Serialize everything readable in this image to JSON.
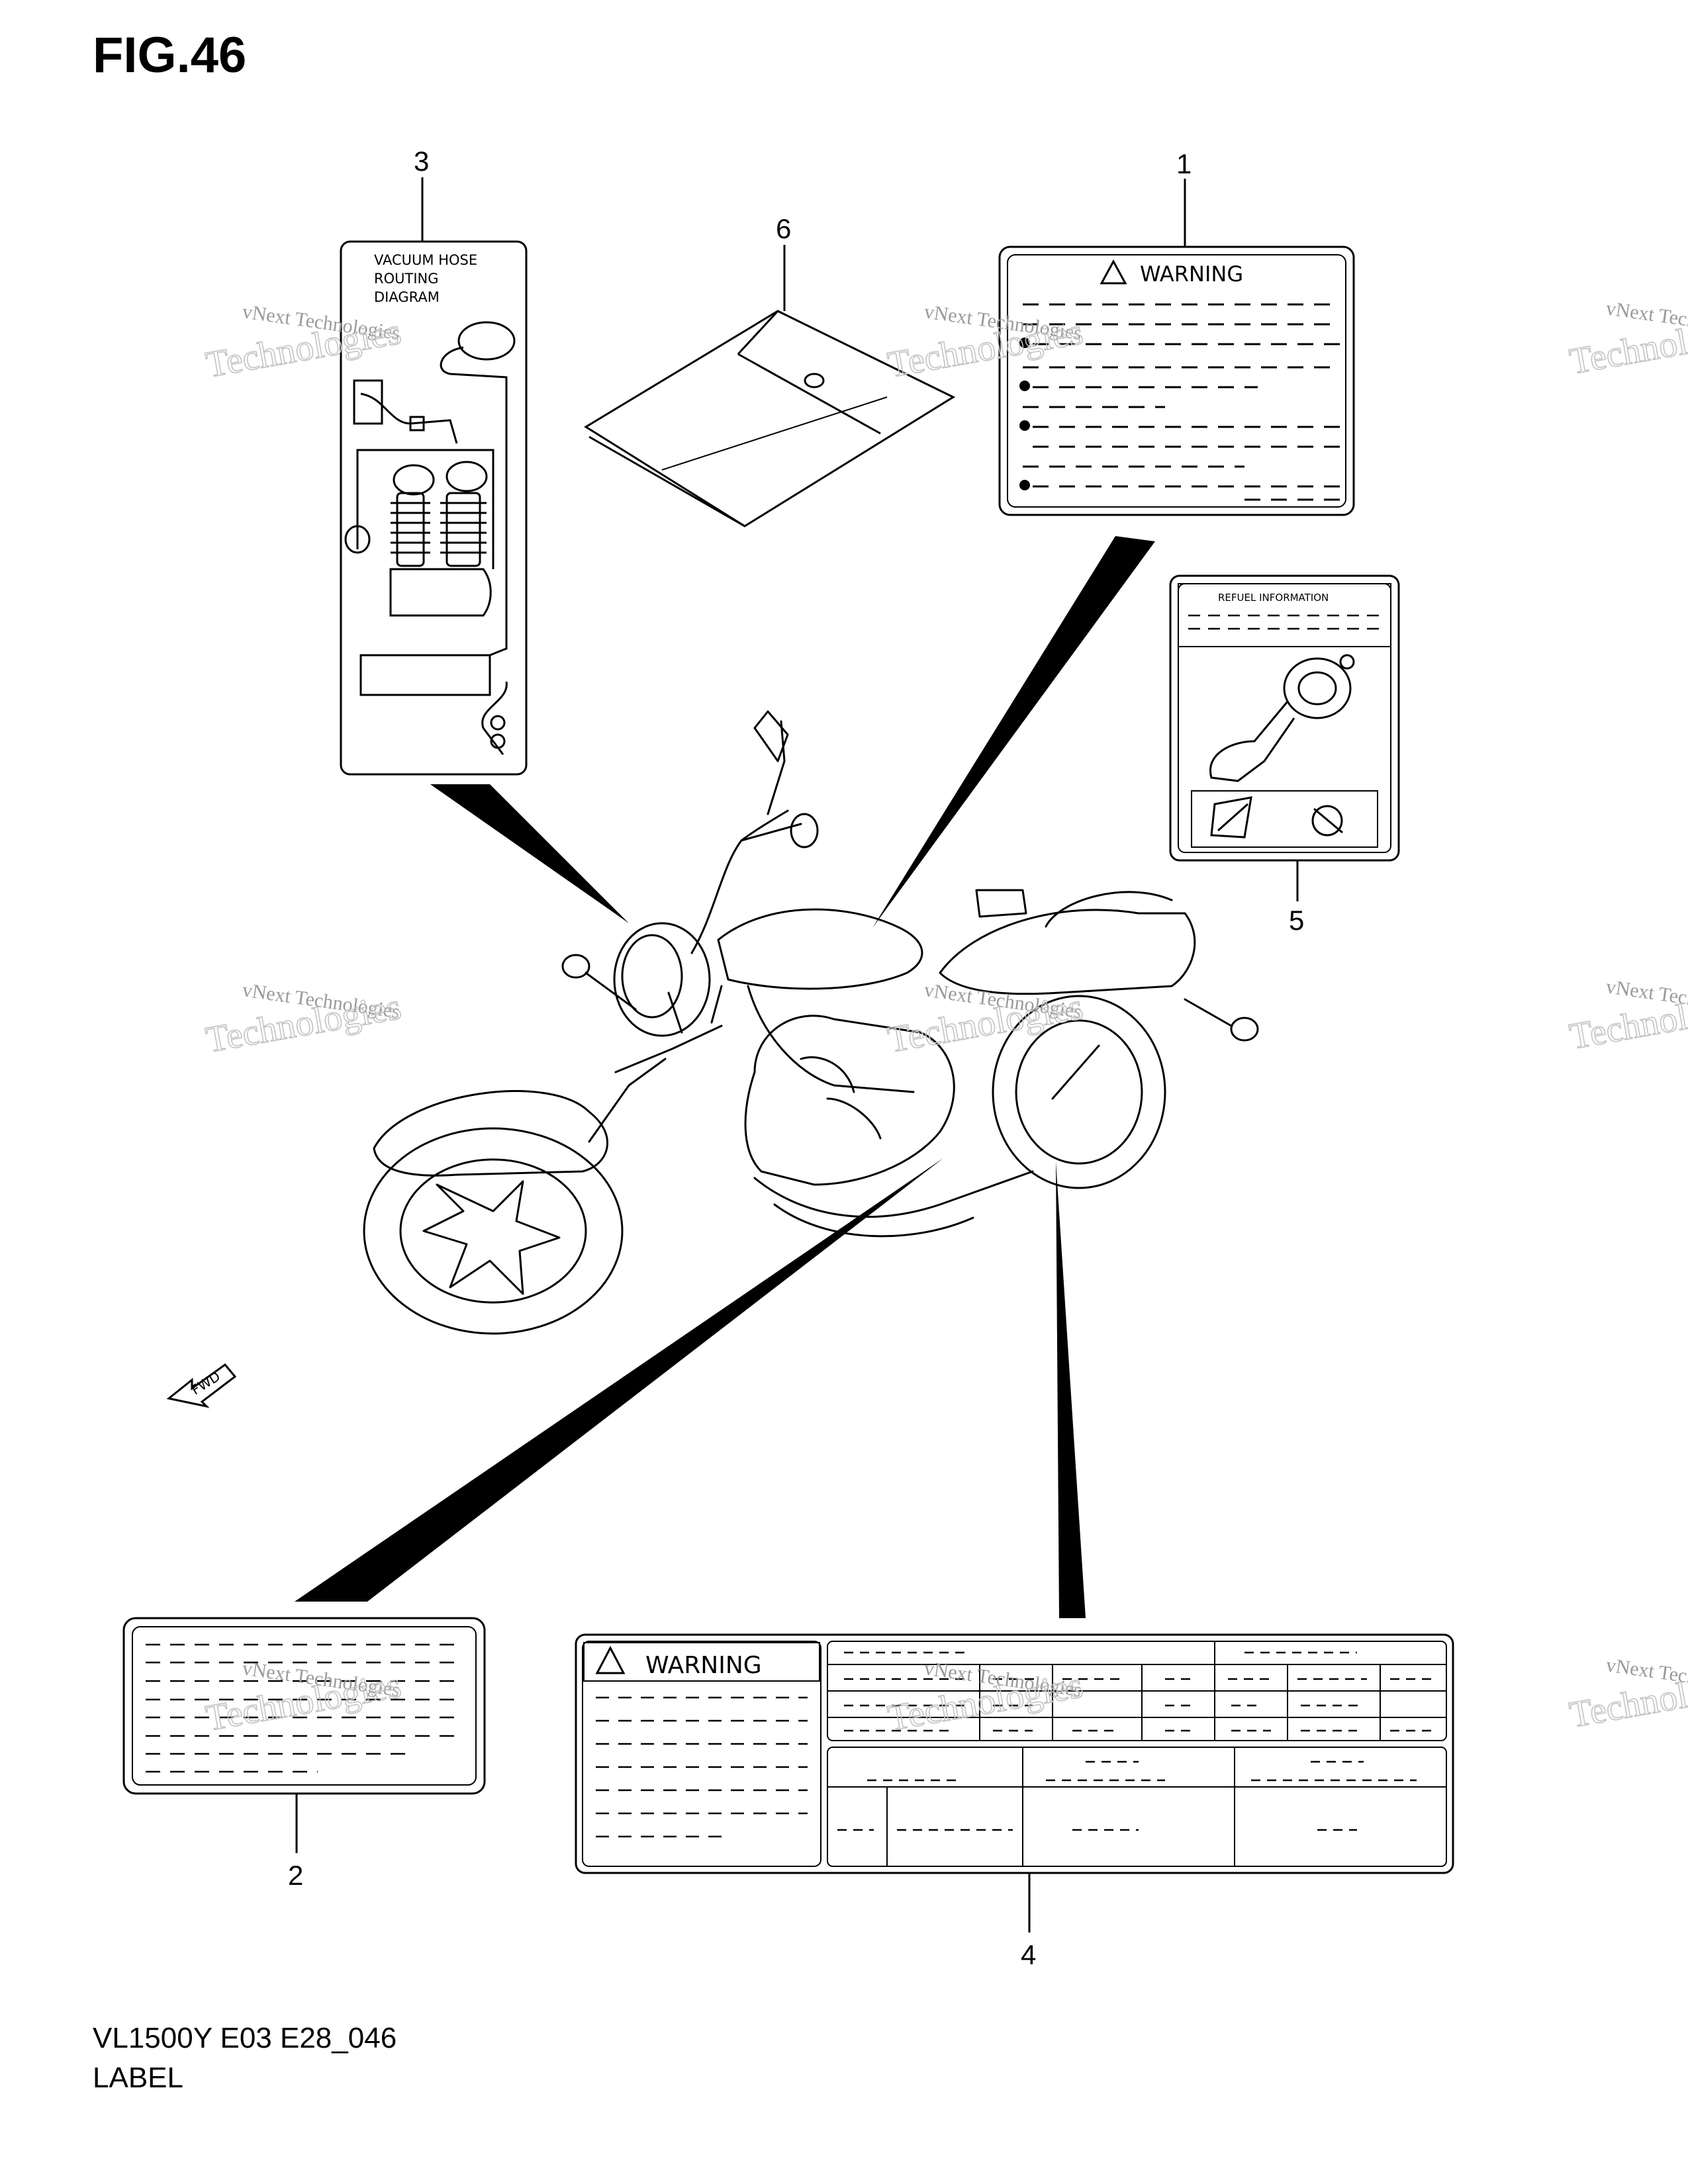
{
  "figure": {
    "title": "FIG.46",
    "model_code": "VL1500Y E03 E28_046",
    "section": "LABEL"
  },
  "callouts": [
    "1",
    "2",
    "3",
    "4",
    "5",
    "6"
  ],
  "labels": {
    "warning_heading": "WARNING",
    "vacuum_hose": [
      "VACUUM HOSE",
      "ROUTING",
      "DIAGRAM"
    ],
    "refuel_info": "REFUEL INFORMATION",
    "fwd": "FWD"
  },
  "watermark": {
    "line1": "vNext Technologies",
    "line2": "Technologies"
  },
  "colors": {
    "ink": "#000000",
    "watermark": "#9a9a9a"
  }
}
